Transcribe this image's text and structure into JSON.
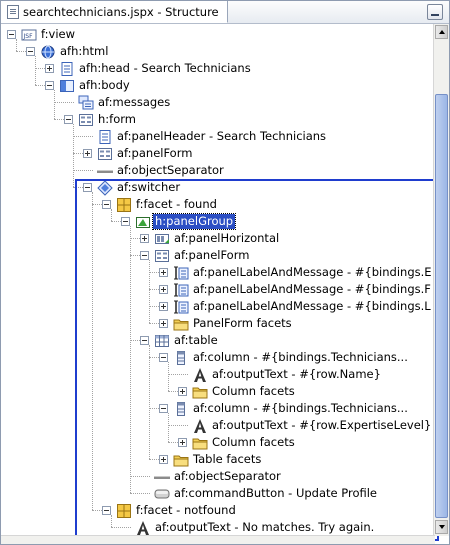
{
  "window": {
    "tab_title": "searchtechnicians.jspx - Structure"
  },
  "tree": [
    {
      "label": "f:view",
      "level": 0,
      "expander": "expanded",
      "icon": "jsf-file-icon"
    },
    {
      "label": "afh:html",
      "level": 1,
      "expander": "expanded",
      "icon": "globe-icon"
    },
    {
      "label": "afh:head - Search Technicians",
      "level": 2,
      "expander": "collapsed",
      "icon": "page-icon"
    },
    {
      "label": "afh:body",
      "level": 2,
      "expander": "expanded",
      "icon": "panel-icon"
    },
    {
      "label": "af:messages",
      "level": 3,
      "expander": "none",
      "icon": "messages-icon"
    },
    {
      "label": "h:form",
      "level": 3,
      "expander": "expanded",
      "icon": "form-icon"
    },
    {
      "label": "af:panelHeader - Search Technicians",
      "level": 4,
      "expander": "none",
      "icon": "page-icon"
    },
    {
      "label": "af:panelForm",
      "level": 4,
      "expander": "collapsed",
      "icon": "form-icon"
    },
    {
      "label": "af:objectSeparator",
      "level": 4,
      "expander": "none",
      "icon": "separator-icon"
    },
    {
      "label": "af:switcher",
      "level": 4,
      "expander": "expanded",
      "icon": "switcher-icon"
    },
    {
      "label": "f:facet - found",
      "level": 5,
      "expander": "expanded",
      "icon": "facet-icon"
    },
    {
      "label": "h:panelGroup",
      "level": 6,
      "expander": "expanded",
      "icon": "panelgroup-icon",
      "selected": true
    },
    {
      "label": "af:panelHorizontal",
      "level": 7,
      "expander": "collapsed",
      "icon": "panelhorizontal-icon"
    },
    {
      "label": "af:panelForm",
      "level": 7,
      "expander": "expanded",
      "icon": "form-icon"
    },
    {
      "label": "af:panelLabelAndMessage - #{bindings.Email.lab",
      "level": 8,
      "expander": "collapsed",
      "icon": "label-message-icon"
    },
    {
      "label": "af:panelLabelAndMessage - #{bindings.FirstNam",
      "level": 8,
      "expander": "collapsed",
      "icon": "label-message-icon"
    },
    {
      "label": "af:panelLabelAndMessage - #{bindings.LastNam",
      "level": 8,
      "expander": "collapsed",
      "icon": "label-message-icon"
    },
    {
      "label": "PanelForm facets",
      "level": 8,
      "expander": "collapsed",
      "icon": "folder-icon"
    },
    {
      "label": "af:table",
      "level": 7,
      "expander": "expanded",
      "icon": "table-icon"
    },
    {
      "label": "af:column - #{bindings.Technicians...",
      "level": 8,
      "expander": "expanded",
      "icon": "column-icon"
    },
    {
      "label": "af:outputText - #{row.Name}",
      "level": 9,
      "expander": "none",
      "icon": "output-text-icon"
    },
    {
      "label": "Column facets",
      "level": 9,
      "expander": "collapsed",
      "icon": "folder-icon"
    },
    {
      "label": "af:column - #{bindings.Technicians...",
      "level": 8,
      "expander": "expanded",
      "icon": "column-icon"
    },
    {
      "label": "af:outputText - #{row.ExpertiseLevel}",
      "level": 9,
      "expander": "none",
      "icon": "output-text-icon"
    },
    {
      "label": "Column facets",
      "level": 9,
      "expander": "collapsed",
      "icon": "folder-icon"
    },
    {
      "label": "Table facets",
      "level": 8,
      "expander": "collapsed",
      "icon": "folder-icon"
    },
    {
      "label": "af:objectSeparator",
      "level": 7,
      "expander": "none",
      "icon": "separator-icon"
    },
    {
      "label": "af:commandButton - Update Profile",
      "level": 7,
      "expander": "none",
      "icon": "button-icon"
    },
    {
      "label": "f:facet - notfound",
      "level": 5,
      "expander": "expanded",
      "icon": "facet-icon"
    },
    {
      "label": "af:outputText - No matches. Try again.",
      "level": 6,
      "expander": "none",
      "icon": "output-text-icon"
    }
  ],
  "colors": {
    "selection": "#2c4fc4",
    "highlight_border": "#1f3dce"
  }
}
